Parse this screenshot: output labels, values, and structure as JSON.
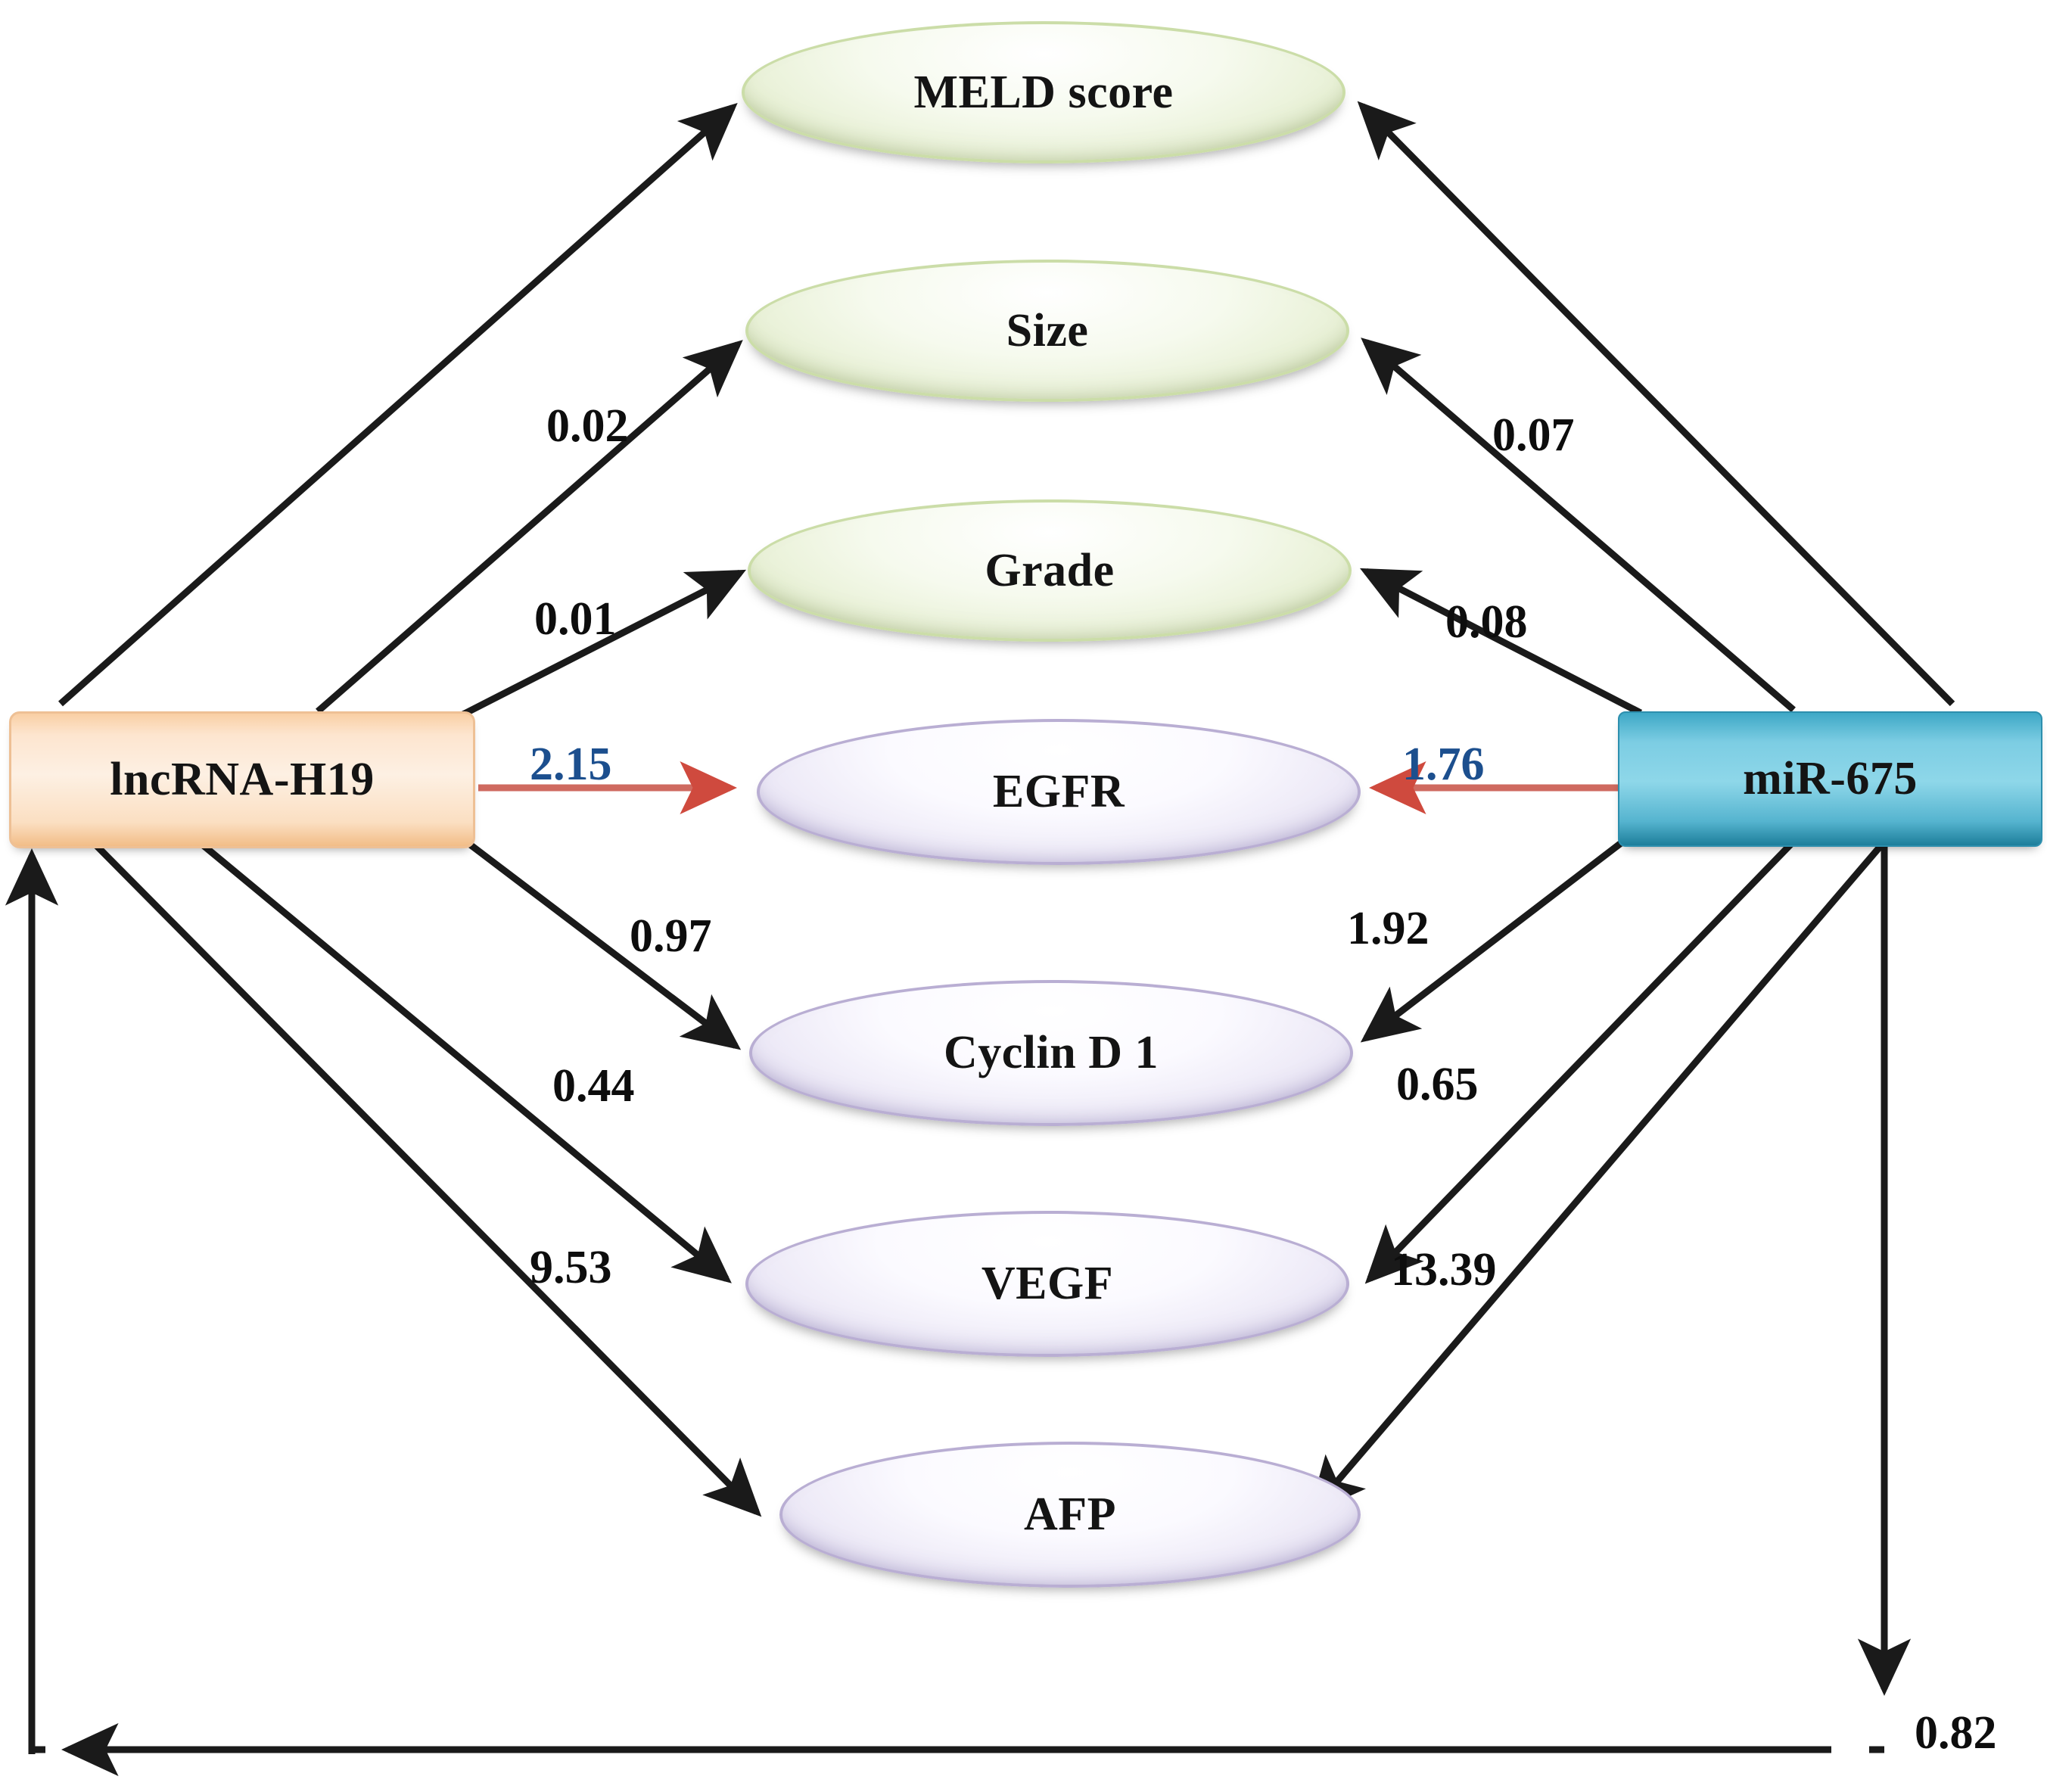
{
  "diagram": {
    "title": "lncRNA-H19 / miR-675 path diagram",
    "colors": {
      "green_node_fill": "#e6efd2",
      "green_node_border": "#cbdda8",
      "purple_node_fill": "#eae6f5",
      "purple_node_border": "#b9aed3",
      "orange_node_fill": "#fde5cf",
      "orange_node_border": "#eec095",
      "teal_node_fill": "#8ed7e9",
      "teal_node_border": "#2d8fae",
      "arrow_black": "#1a1a1a",
      "arrow_red": "#cf5b52",
      "label_black": "#0d0d0d",
      "label_blue": "#1c4f8e"
    },
    "nodes": {
      "source_left": {
        "label": "lncRNA-H19",
        "shape": "rounded-rectangle",
        "color": "orange"
      },
      "source_right": {
        "label": "miR-675",
        "shape": "rounded-rectangle",
        "color": "teal"
      },
      "outcomes": [
        {
          "id": "meld",
          "label": "MELD score",
          "shape": "ellipse",
          "color": "green"
        },
        {
          "id": "size",
          "label": "Size",
          "shape": "ellipse",
          "color": "green"
        },
        {
          "id": "grade",
          "label": "Grade",
          "shape": "ellipse",
          "color": "green"
        },
        {
          "id": "egfr",
          "label": "EGFR",
          "shape": "ellipse",
          "color": "purple"
        },
        {
          "id": "ccnd1",
          "label": "Cyclin D 1",
          "shape": "ellipse",
          "color": "purple"
        },
        {
          "id": "vegf",
          "label": "VEGF",
          "shape": "ellipse",
          "color": "purple"
        },
        {
          "id": "afp",
          "label": "AFP",
          "shape": "ellipse",
          "color": "purple"
        }
      ]
    },
    "edges": {
      "from_lncrna": [
        {
          "target": "meld",
          "value": "",
          "style": "black"
        },
        {
          "target": "size",
          "value": "0.02",
          "style": "black"
        },
        {
          "target": "grade",
          "value": "0.01",
          "style": "black"
        },
        {
          "target": "egfr",
          "value": "2.15",
          "style": "red-blue-label"
        },
        {
          "target": "ccnd1",
          "value": "0.97",
          "style": "black"
        },
        {
          "target": "vegf",
          "value": "0.44",
          "style": "black"
        },
        {
          "target": "afp",
          "value": "9.53",
          "style": "black"
        }
      ],
      "from_mir675": [
        {
          "target": "meld",
          "value": "",
          "style": "black"
        },
        {
          "target": "size",
          "value": "0.07",
          "style": "black"
        },
        {
          "target": "grade",
          "value": "0.08",
          "style": "black"
        },
        {
          "target": "egfr",
          "value": "1.76",
          "style": "red-blue-label"
        },
        {
          "target": "ccnd1",
          "value": "1.92",
          "style": "black"
        },
        {
          "target": "vegf",
          "value": "0.65",
          "style": "black"
        },
        {
          "target": "afp",
          "value": "13.39",
          "style": "black"
        }
      ],
      "feedback": {
        "from": "miR-675",
        "to": "lncRNA-H19",
        "value": "0.82",
        "style": "black",
        "route": "down-left-up"
      }
    }
  },
  "labels": {
    "v_002": "0.02",
    "v_001": "0.01",
    "v_215": "2.15",
    "v_097": "0.97",
    "v_044": "0.44",
    "v_953": "9.53",
    "v_007": "0.07",
    "v_008": "0.08",
    "v_176": "1.76",
    "v_192": "1.92",
    "v_065": "0.65",
    "v_1339": "13.39",
    "v_082": "0.82"
  },
  "node_text": {
    "meld": "MELD score",
    "size": "Size",
    "grade": "Grade",
    "egfr": "EGFR",
    "ccnd1": "Cyclin D 1",
    "vegf": "VEGF",
    "afp": "AFP",
    "lncrna": "lncRNA-H19",
    "mir675": "miR-675"
  }
}
